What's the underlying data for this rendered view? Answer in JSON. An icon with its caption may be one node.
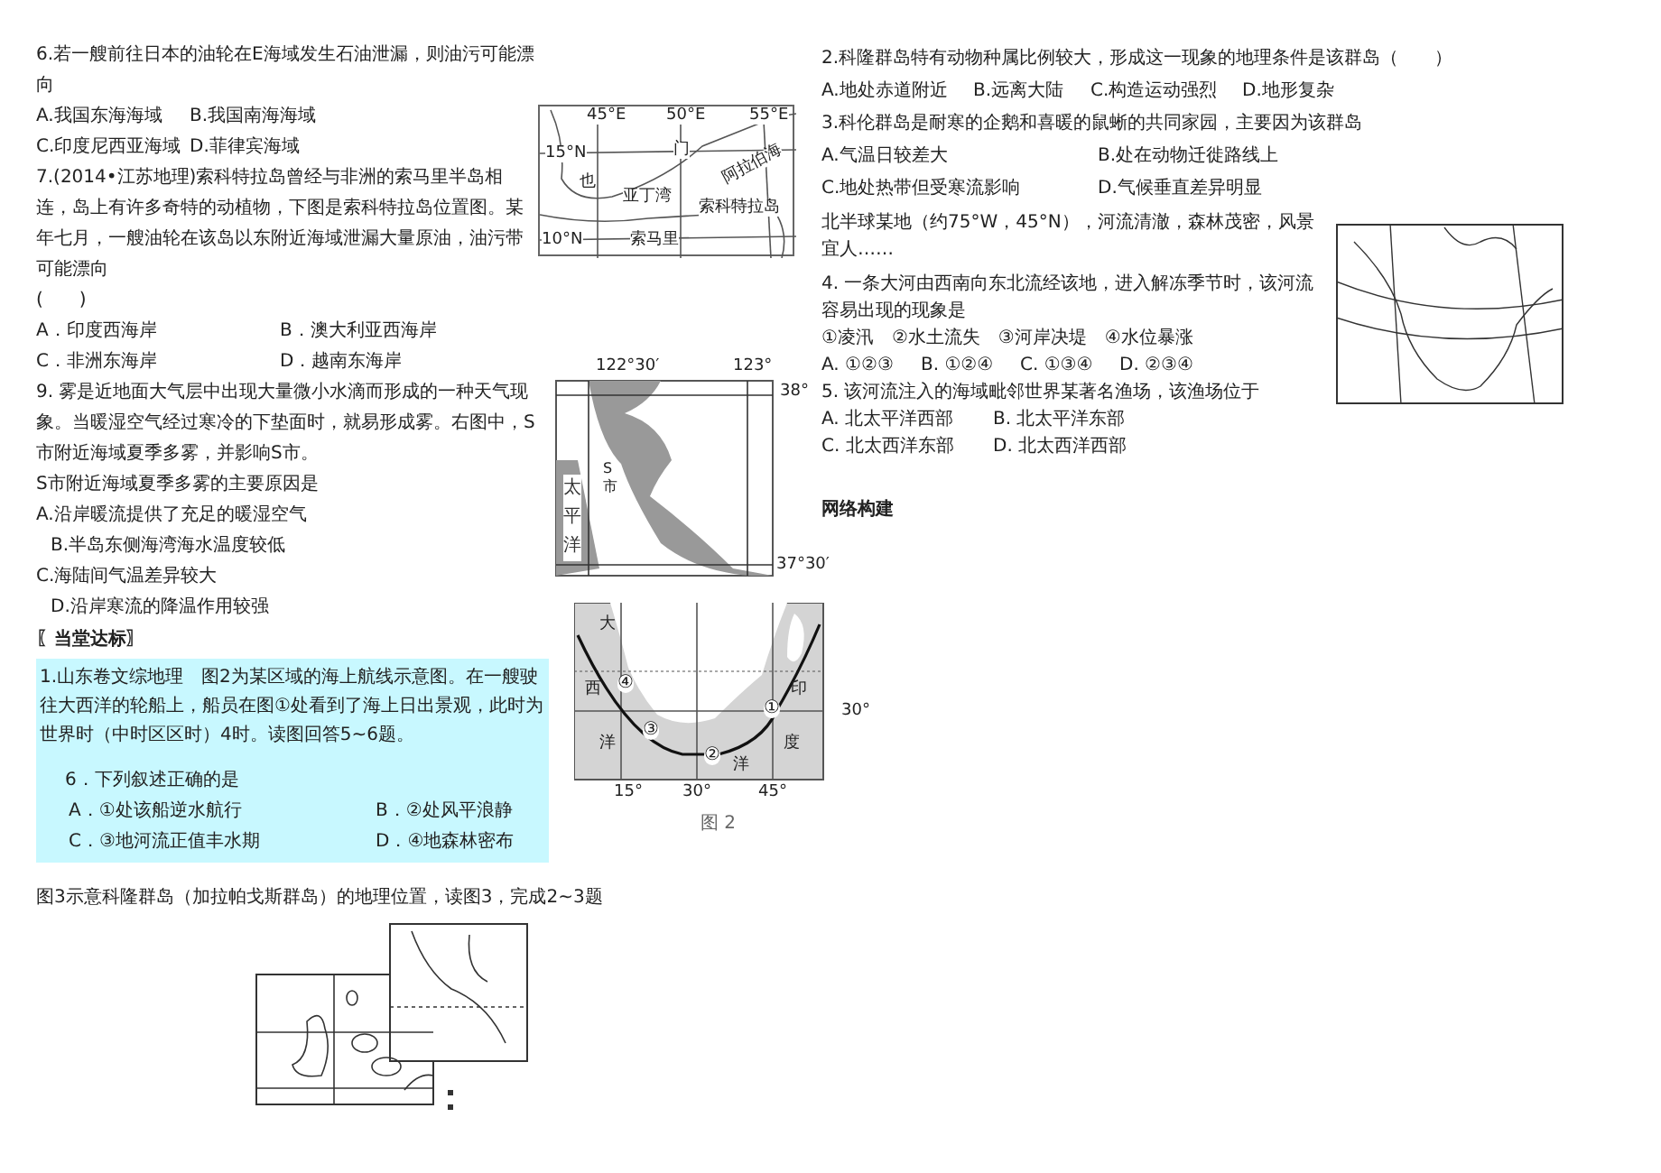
{
  "diagram": {
    "labels": [
      "6.若一艘前往日本的油轮在E海域发生石油泄漏，则油污可能漂向",
      "A.我国东海海域",
      "B.我国南海海域",
      "C.印度尼西亚海域",
      "D.菲律宾海域",
      "7.(2014•江苏地理)索科特拉岛曾经与非洲的索马里半岛相连，岛上有许多奇特的动植物，下图是索科特拉岛位置图。某年七月，一艘油轮在该岛以东附近海域泄漏大量原油，油污带可能漂向",
      "(　　)",
      "A．印度西海岸",
      "B．澳大利亚西海岸",
      "C．非洲东海岸",
      "D．越南东海岸",
      "45°E",
      "50°E",
      "55°E",
      "15°N",
      "也",
      "门",
      "阿拉伯海",
      "亚丁湾",
      "索科特拉岛",
      "10°N",
      "索马里",
      "9. 雾是近地面大气层中出现大量微小水滴而形成的一种天气现象。当暖湿空气经过寒冷的下垫面时，就易形成雾。右图中，S市附近海域夏季多雾，并影响S市。",
      "S市附近海域夏季多雾的主要原因是",
      "A.沿岸暖流提供了充足的暖湿空气",
      "B.半岛东侧海湾海水温度较低",
      "C.海陆间气温差异较大",
      "D.沿岸寒流的降温作用较强",
      "122°30′",
      "123°",
      "38°",
      "太平洋",
      "S市",
      "37°30′",
      "〖当堂达标〗",
      "1.山东卷文综地理　图2为某区域的海上航线示意图。在一艘驶往大西洋的轮船上，船员在图①处看到了海上日出景观，此时为世界时（中时区区时）4时。读图回答5~6题。",
      "6．下列叙述正确的是",
      "A．①处该船逆水航行",
      "B．②处风平浪静",
      "C．③地河流正值丰水期",
      "D．④地森林密布",
      "大",
      "④",
      "西",
      "印",
      "③",
      "①",
      "30°",
      "洋",
      "度",
      "②",
      "洋",
      "15°",
      "30°",
      "45°",
      "图 2",
      "图3示意科隆群岛（加拉帕戈斯群岛）的地理位置，读图3，完成2~3题",
      "2.科隆群岛特有动物种属比例较大，形成这一现象的地理条件是该群岛（　　）",
      "A.地处赤道附近",
      "B.远离大陆",
      "C.构造运动强烈",
      "D.地形复杂",
      "3.科伦群岛是耐寒的企鹅和喜暖的鼠蜥的共同家园，主要因为该群岛",
      "A.气温日较差大",
      "B.处在动物迁徙路线上",
      "C.地处热带但受寒流影响",
      "D.气候垂直差异明显",
      "北半球某地（约75°W，45°N），河流清澈，森林茂密，风景宜人……",
      "4. 一条大河由西南向东北流经该地，进入解冻季节时，该河流容易出现的现象是",
      "①凌汛　②水土流失　③河岸决堤　④水位暴涨",
      "A. ①②③",
      "B. ①②④",
      "C. ①③④",
      "D. ②③④",
      "5. 该河流注入的海域毗邻世界某著名渔场，该渔场位于",
      "A. 北太平洋西部",
      "B. 北太平洋东部",
      "C. 北太西洋东部",
      "D. 北太西洋西部",
      "网络构建"
    ]
  }
}
